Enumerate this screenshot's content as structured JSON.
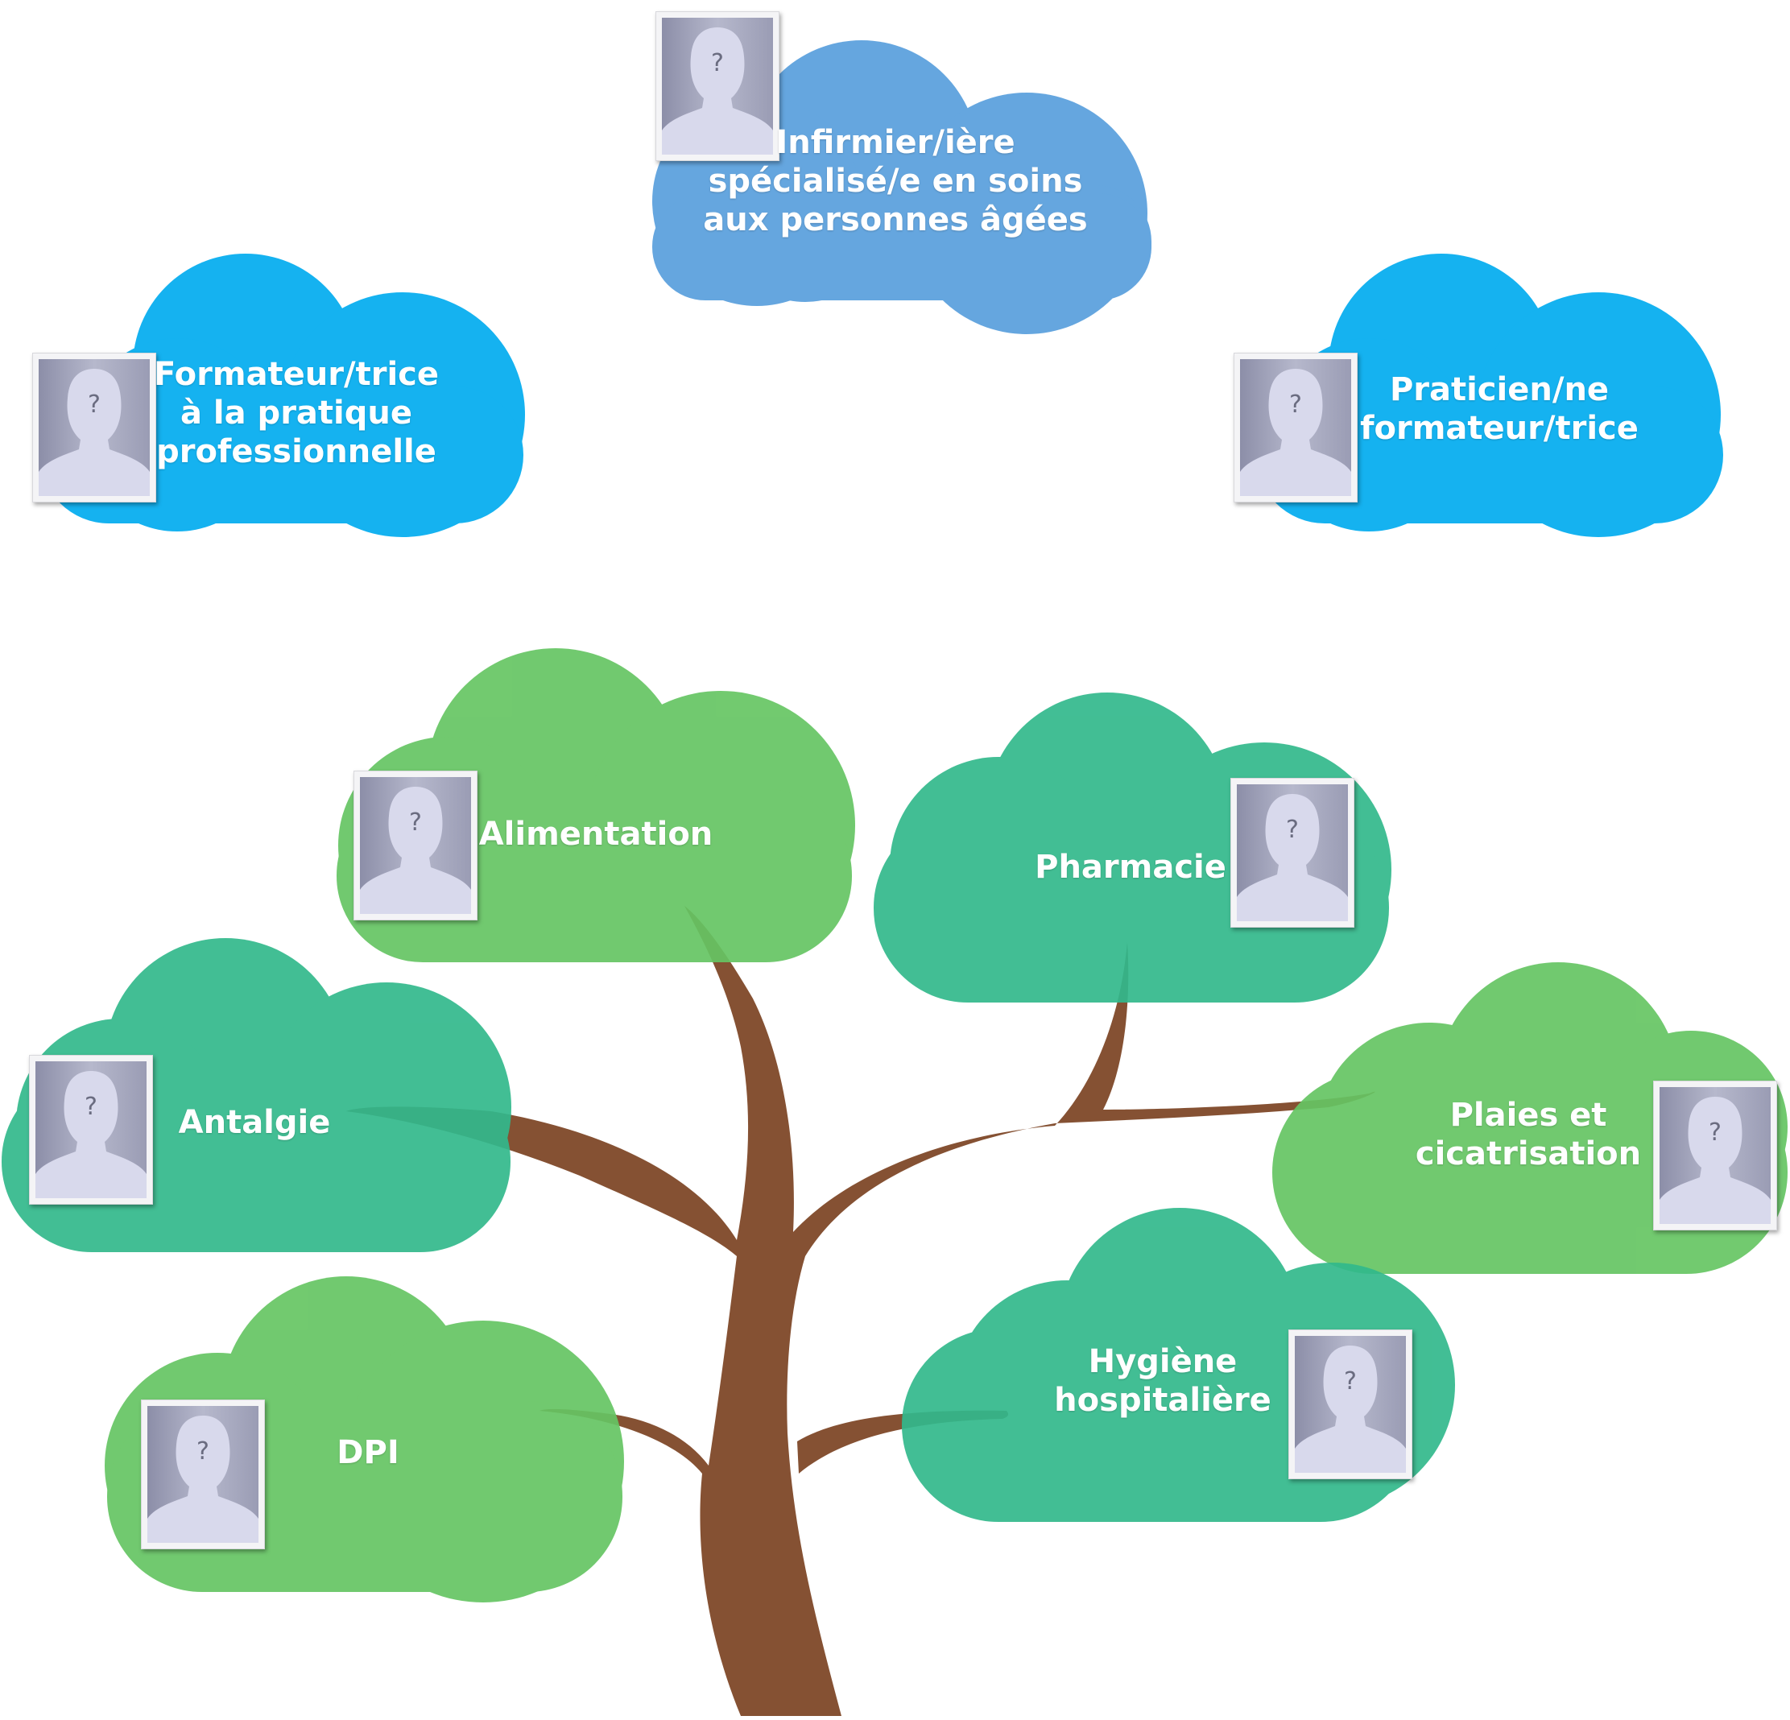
{
  "colors": {
    "cloud_blue_dark": "#65a6df",
    "cloud_blue": "#15b2f0",
    "cloud_green_light": "#66c563",
    "cloud_green_teal": "#32b98c",
    "trunk_brown": "#855133",
    "label_text": "#ffffff"
  },
  "photo_icon": "unknown-person-placeholder",
  "photo_glyph": "?",
  "roles": [
    {
      "id": "infirmier",
      "lines": [
        "Infirmier/ière",
        "spécialisé/e en soins",
        "aux personnes âgées"
      ]
    },
    {
      "id": "formateur",
      "lines": [
        "Formateur/trice",
        "à la pratique",
        "professionnelle"
      ]
    },
    {
      "id": "praticien",
      "lines": [
        "Praticien/ne",
        "formateur/trice"
      ]
    }
  ],
  "branches": [
    {
      "id": "alimentation",
      "lines": [
        "Alimentation"
      ]
    },
    {
      "id": "pharmacie",
      "lines": [
        "Pharmacie"
      ]
    },
    {
      "id": "antalgie",
      "lines": [
        "Antalgie"
      ]
    },
    {
      "id": "plaies",
      "lines": [
        "Plaies et",
        "cicatrisation"
      ]
    },
    {
      "id": "hygiene",
      "lines": [
        "Hygiène",
        "hospitalière"
      ]
    },
    {
      "id": "dpi",
      "lines": [
        "DPI"
      ]
    }
  ]
}
